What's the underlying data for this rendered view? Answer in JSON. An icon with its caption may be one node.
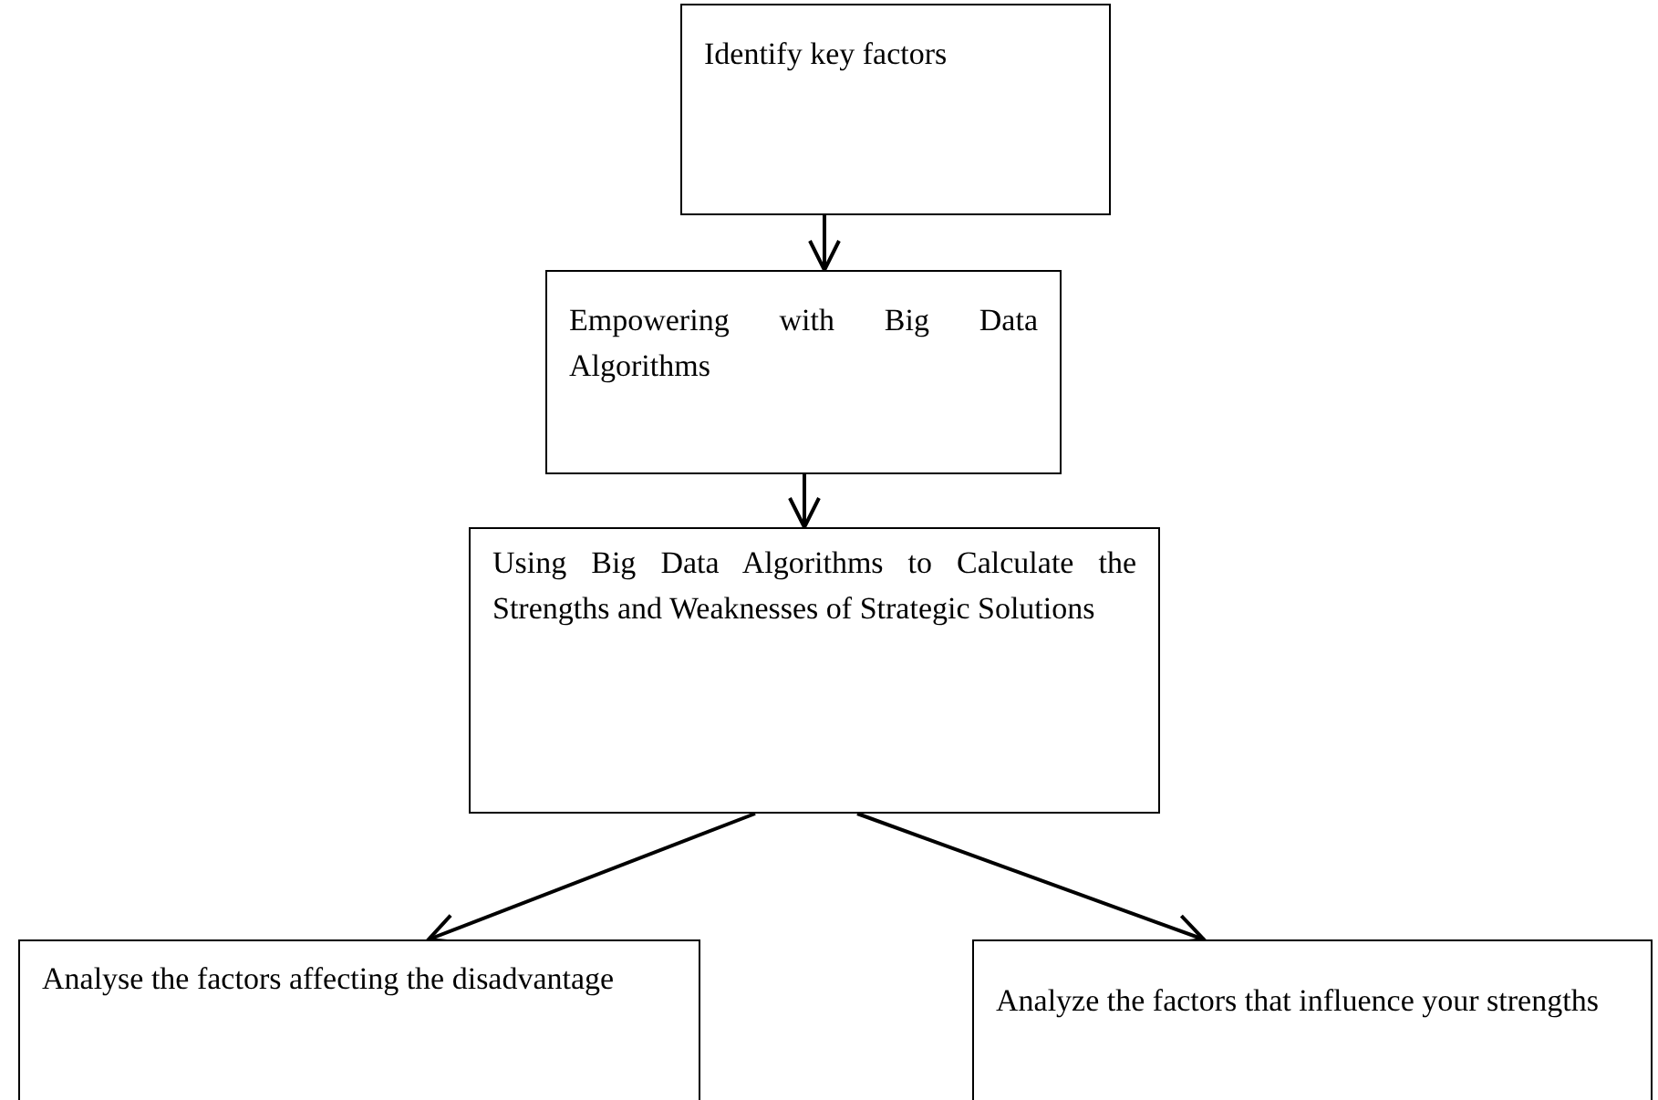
{
  "diagram": {
    "nodes": [
      {
        "text": [
          "Identify key factors"
        ]
      },
      {
        "text": [
          "Empowering with Big Data Algorithms"
        ]
      },
      {
        "text": [
          "Using Big Data Algorithms to Calculate the Strengths and Weaknesses of Strategic Solutions"
        ]
      },
      {
        "text": [
          "Analyse the factors affecting the disadvantage"
        ]
      },
      {
        "text": [
          "Analyze the factors that influence your strengths"
        ]
      }
    ],
    "edges": [
      {
        "from": 0,
        "to": 1,
        "arrow": "to"
      },
      {
        "from": 1,
        "to": 2,
        "arrow": "to"
      },
      {
        "from": 2,
        "to": 3,
        "arrow": "to"
      },
      {
        "from": 2,
        "to": 4,
        "arrow": "to"
      }
    ]
  }
}
